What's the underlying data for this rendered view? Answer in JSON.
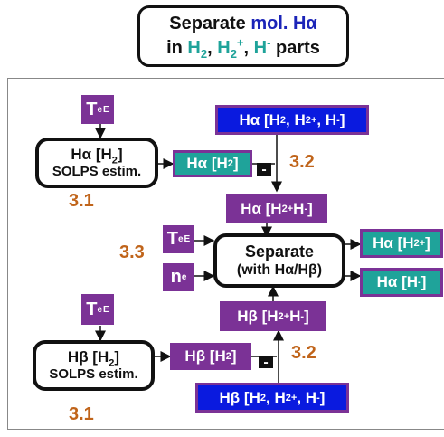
{
  "title": {
    "line1_pre": "Separate ",
    "line1_highlight": "mol. Hα",
    "line2_in": "in ",
    "h2_base": "H",
    "h2_sub": "2",
    "comma1": ", ",
    "h2p_base": "H",
    "h2p_sub": "2",
    "h2p_sup": "+",
    "comma2": ", ",
    "hm_base": "H",
    "hm_sup": "-",
    "parts": " parts"
  },
  "colors": {
    "violet": "#7b3296",
    "blue": "#0a1adf",
    "teal": "#1fa39a",
    "step_orange": "#c0641a",
    "title_highlight_blue": "#1b24b8",
    "title_teal": "#1fa39a"
  },
  "top": {
    "te_base": "T",
    "te_sub": "e",
    "te_sup": "E",
    "solps_line1": "Hα [H",
    "solps_line1_sub": "2",
    "solps_line1_end": "]",
    "solps_line2": "SOLPS estim.",
    "step_solps": "3.1",
    "ha_h2_pre": "Hα [H",
    "ha_h2_sub": "2",
    "ha_h2_end": "]",
    "ha_all_pre": "Hα [H",
    "ha_all_sub": "2",
    "ha_all_mid": ", H",
    "ha_all_sup": "+",
    "ha_all_sub2": "2",
    "ha_all_mid2": ", H",
    "ha_all_sup2": "-",
    "ha_all_end": "]",
    "minus": "-",
    "step_sub": "3.2",
    "ha_diff_pre": "Hα [H",
    "ha_diff_sub": "2",
    "ha_diff_sup": "+",
    "ha_diff_mid": " H",
    "ha_diff_sup2": "-",
    "ha_diff_end": "]"
  },
  "middle": {
    "te_base": "T",
    "te_sub": "e",
    "te_sup": "E",
    "ne_base": "n",
    "ne_sub": "e",
    "step_sep": "3.3",
    "sep_line1": "Separate",
    "sep_line2": "(with Hα/Hβ)",
    "out1_pre": "Hα [H",
    "out1_sub": "2",
    "out1_sup": "+",
    "out1_end": "]",
    "out2_pre": "Hα [H",
    "out2_sup": "-",
    "out2_end": "]"
  },
  "bottom": {
    "te_base": "T",
    "te_sub": "e",
    "te_sup": "E",
    "hb_diff_pre": "Hβ [H",
    "hb_diff_sub": "2",
    "hb_diff_sup": "+",
    "hb_diff_mid": " H",
    "hb_diff_sup2": "-",
    "hb_diff_end": "]",
    "solps_line1": "Hβ [H",
    "solps_line1_sub": "2",
    "solps_line1_end": "]",
    "solps_line2": "SOLPS estim.",
    "step_solps": "3.1",
    "hb_h2_pre": "Hβ [H",
    "hb_h2_sub": "2",
    "hb_h2_end": "]",
    "minus": "-",
    "step_sub": "3.2",
    "hb_all_pre": "Hβ [H",
    "hb_all_sub": "2",
    "hb_all_mid": ", H",
    "hb_all_sup": "+",
    "hb_all_sub2": "2",
    "hb_all_mid2": ", H",
    "hb_all_sup2": "-",
    "hb_all_end": "]"
  }
}
